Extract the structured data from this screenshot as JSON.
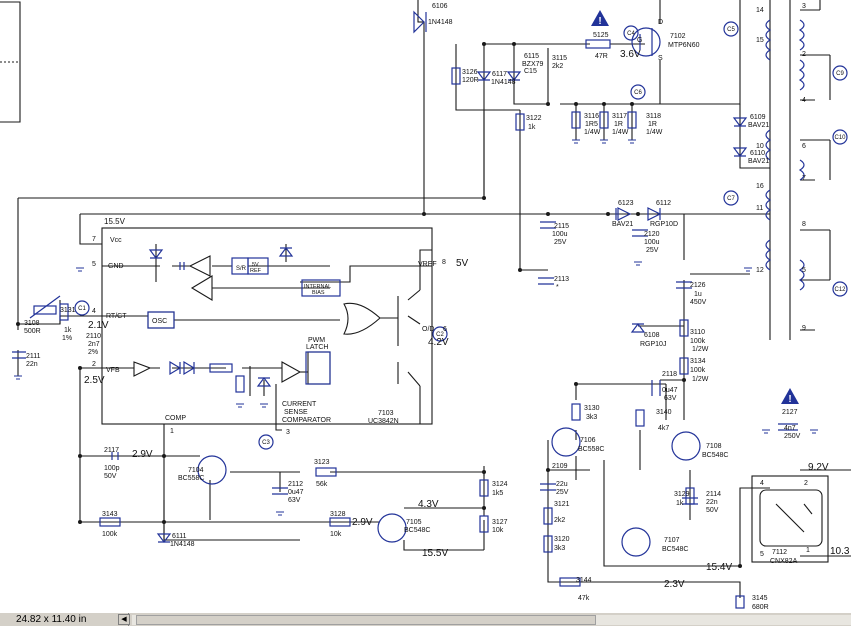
{
  "status": {
    "document_size": "24.82 x 11.40 in"
  },
  "colors": {
    "line": "#1a1a1a",
    "component": "#223399",
    "label": "#111111",
    "status_bar": "#d4d0c8"
  },
  "icons": {
    "warning": "warning-triangle-icon",
    "scroll_left": "chevron-left-icon"
  },
  "ic": {
    "ref": "7103",
    "part": "UC3842N",
    "pins": {
      "vcc": "Vcc",
      "gnd": "GND",
      "rtct": "RT/CT",
      "vfb": "VFB",
      "comp": "COMP",
      "vref": "VREF",
      "od": "O/D",
      "current": "CURRENT",
      "n7": "7",
      "n5": "5",
      "n4": "4",
      "n2": "2",
      "n1": "1",
      "n8": "8",
      "n6": "6",
      "n3": "3"
    },
    "blocks": {
      "sr": "S/R",
      "ref_a": "5V",
      "ref_b": "REF",
      "bias_a": "INTERNAL",
      "bias_b": "BIAS",
      "osc": "OSC",
      "latch_a": "PWM",
      "latch_b": "LATCH",
      "csc_a": "CURRENT",
      "csc_b": "SENSE",
      "csc_c": "COMPARATOR"
    }
  },
  "components": {
    "d6106": {
      "ref": "6106",
      "val": "1N4148"
    },
    "r5125": {
      "ref": "5125",
      "val": "47R"
    },
    "q7102": {
      "ref": "7102",
      "val": "MTP6N60",
      "d": "D",
      "g": "G",
      "s": "S"
    },
    "d6115": {
      "ref": "6115",
      "val": "BZX79",
      "val2": "C15"
    },
    "r3115": {
      "ref": "3115",
      "val": "2k2"
    },
    "r3126": {
      "ref": "3126",
      "val": "120R"
    },
    "d6117": {
      "ref": "6117",
      "val": "1N4148"
    },
    "r3122": {
      "ref": "3122",
      "val": "1k"
    },
    "r3116": {
      "ref": "3116",
      "val": "1R5",
      "pw": "1/4W"
    },
    "r3117": {
      "ref": "3117",
      "val": "1R",
      "pw": "1/4W"
    },
    "r3118": {
      "ref": "3118",
      "val": "1R",
      "pw": "1/4W"
    },
    "d6109": {
      "ref": "6109",
      "val": "BAV21"
    },
    "d6110": {
      "ref": "6110",
      "val": "BAV21"
    },
    "d6123": {
      "ref": "6123",
      "val": "BAV21"
    },
    "d6112": {
      "ref": "6112",
      "val": "RGP10D"
    },
    "c2115": {
      "ref": "2115",
      "val": "100u",
      "volt": "25V"
    },
    "c2120": {
      "ref": "2120",
      "val": "100u",
      "volt": "25V"
    },
    "c2113": {
      "ref": "2113",
      "val": "*"
    },
    "c2126": {
      "ref": "2126",
      "val": "1u",
      "volt": "450V"
    },
    "d6108": {
      "ref": "6108",
      "val": "RGP10J"
    },
    "r3110": {
      "ref": "3110",
      "val": "100k",
      "pw": "1/2W"
    },
    "r3134": {
      "ref": "3134",
      "val": "100k",
      "pw": "1/2W"
    },
    "c2118": {
      "ref": "2118",
      "val": "0u47",
      "volt": "63V"
    },
    "c2127": {
      "ref": "2127",
      "val": "4n7",
      "volt": "250V"
    },
    "r3108": {
      "ref": "3108",
      "val": "500R"
    },
    "r3131": {
      "ref": "3131",
      "val": "1k",
      "pw": "1%"
    },
    "c2110": {
      "ref": "2110",
      "val": "2n7",
      "pw": "2%"
    },
    "c2111": {
      "ref": "2111",
      "val": "22n"
    },
    "c2117": {
      "ref": "2117",
      "val": "100p",
      "volt": "50V"
    },
    "q7104": {
      "ref": "7104",
      "val": "BC558C"
    },
    "c2112": {
      "ref": "2112",
      "val": "0u47",
      "volt": "63V"
    },
    "r3123": {
      "ref": "3123",
      "val": "56k"
    },
    "r3124": {
      "ref": "3124",
      "val": "1k5"
    },
    "r3127": {
      "ref": "3127",
      "val": "10k"
    },
    "r3143": {
      "ref": "3143",
      "val": "100k"
    },
    "d6111": {
      "ref": "6111",
      "val": "1N4148"
    },
    "r3128": {
      "ref": "3128",
      "val": "10k"
    },
    "q7105": {
      "ref": "7105",
      "val": "BC548C"
    },
    "r3130": {
      "ref": "3130",
      "val": "3k3"
    },
    "q7106": {
      "ref": "7106",
      "val": "BC558C"
    },
    "c2109": {
      "ref": "2109",
      "val": "22u",
      "volt": "25V"
    },
    "r3121": {
      "ref": "3121",
      "val": "2k2"
    },
    "r3120": {
      "ref": "3120",
      "val": "3k3"
    },
    "q7107": {
      "ref": "7107",
      "val": "BC548C"
    },
    "r3140": {
      "ref": "3140",
      "val": "4k7"
    },
    "q7108": {
      "ref": "7108",
      "val": "BC548C"
    },
    "r3129": {
      "ref": "3129",
      "val": "1k"
    },
    "c2114": {
      "ref": "2114",
      "val": "22n",
      "volt": "50V"
    },
    "r3144": {
      "ref": "3144",
      "val": "47k"
    },
    "r3145": {
      "ref": "3145",
      "val": "680R"
    },
    "u7112": {
      "ref": "7112",
      "val": "CNX82A"
    }
  },
  "voltages": {
    "v36": "3.6V",
    "v155a": "15.5V",
    "v5": "5V",
    "v21": "2.1V",
    "v42": "4.2V",
    "v25": "2.5V",
    "v29a": "2.9V",
    "v43": "4.3V",
    "v29b": "2.9V",
    "v155b": "15.5V",
    "v154": "15.4V",
    "v23": "2.3V",
    "v92": "9.2V",
    "v103": "10.3"
  },
  "markers": {
    "c1": "C1",
    "c2": "C2",
    "c3": "C3",
    "c4": "C4",
    "c5": "C5",
    "c6": "C6",
    "c7": "C7",
    "c9": "C9",
    "c10": "C10",
    "c12": "C12"
  },
  "transformer": {
    "p14": "14",
    "p15": "15",
    "p10": "10",
    "p16": "16",
    "p11": "11",
    "p12": "12",
    "p3": "3",
    "p2": "2",
    "p4": "4",
    "p6": "6",
    "p7": "7",
    "p8": "8",
    "p5": "5",
    "p9": "9"
  },
  "optocoupler": {
    "p4": "4",
    "p2": "2",
    "p5": "5",
    "p1": "1"
  }
}
